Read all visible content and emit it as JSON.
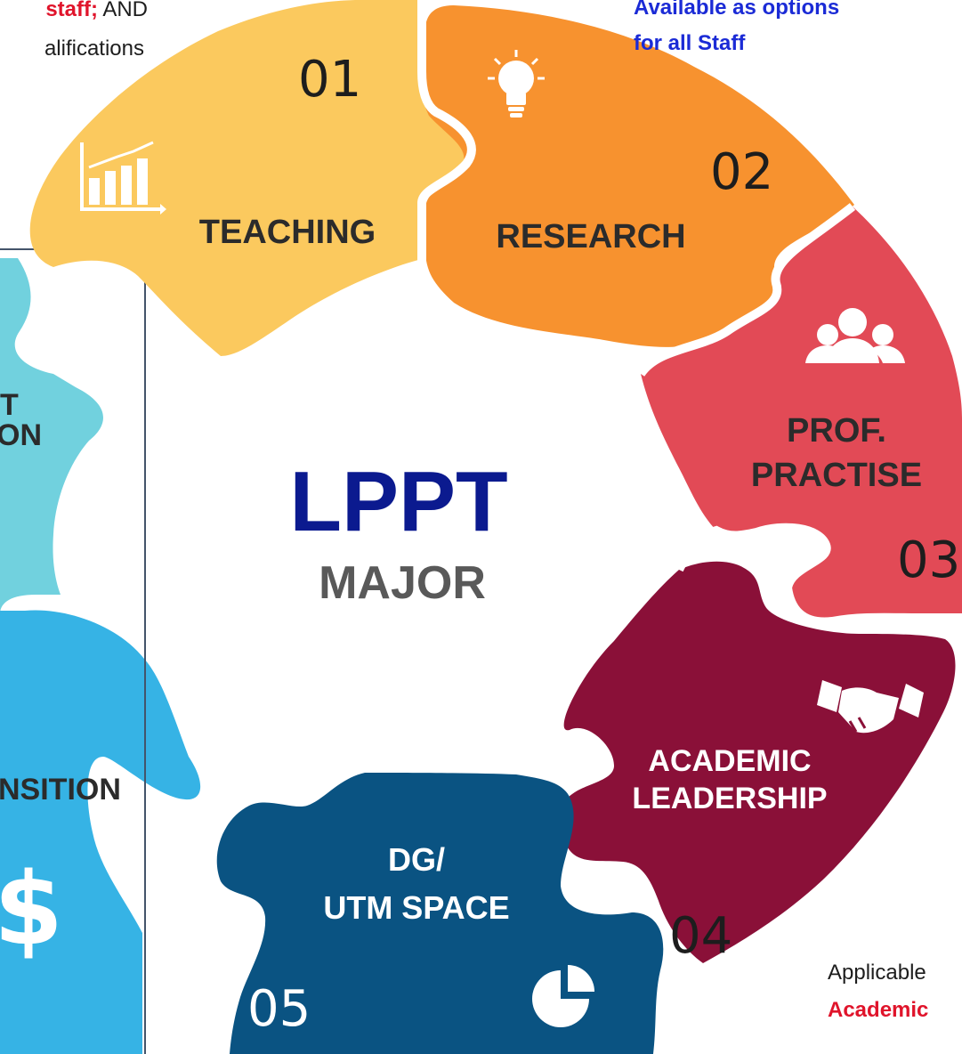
{
  "colors": {
    "teaching": "#FBC95E",
    "research": "#F7922F",
    "prof_practise": "#E24A56",
    "academic_leadership": "#8A1038",
    "dg_utm_space": "#0A5382",
    "left_teal": "#71D1DE",
    "left_blue": "#36B3E5",
    "center_title": "#0B1A8F",
    "center_sub": "#595959",
    "note_blue": "#1B2BD6",
    "note_red": "#E0142B"
  },
  "center": {
    "title": "LPPT",
    "subtitle": "MAJOR"
  },
  "segments": [
    {
      "id": "teaching",
      "number": "01",
      "label_lines": [
        "TEACHING"
      ],
      "icon": "bar-chart-icon"
    },
    {
      "id": "research",
      "number": "02",
      "label_lines": [
        "RESEARCH"
      ],
      "icon": "lightbulb-icon"
    },
    {
      "id": "prof_practise",
      "number": "03",
      "label_lines": [
        "PROF.",
        "PRACTISE"
      ],
      "icon": "people-icon"
    },
    {
      "id": "academic_leadership",
      "number": "04",
      "label_lines": [
        "ACADEMIC",
        "LEADERSHIP"
      ],
      "icon": "handshake-icon"
    },
    {
      "id": "dg_utm_space",
      "number": "05",
      "label_lines": [
        "DG/",
        "UTM SPACE"
      ],
      "icon": "pie-chart-icon"
    }
  ],
  "left_panel": {
    "upper_label_lines": [
      "T",
      "ON"
    ],
    "lower_label": "NSITION",
    "lower_icon": "dollar-icon"
  },
  "notes": {
    "top_left_line1_red": "staff;",
    "top_left_line1_rest": " AND",
    "top_left_line2": "alifications",
    "top_right_line1": "Available as options",
    "top_right_line2": "for all Staff",
    "bottom_right_line1": "Applicable",
    "bottom_right_line2": "Academic"
  }
}
